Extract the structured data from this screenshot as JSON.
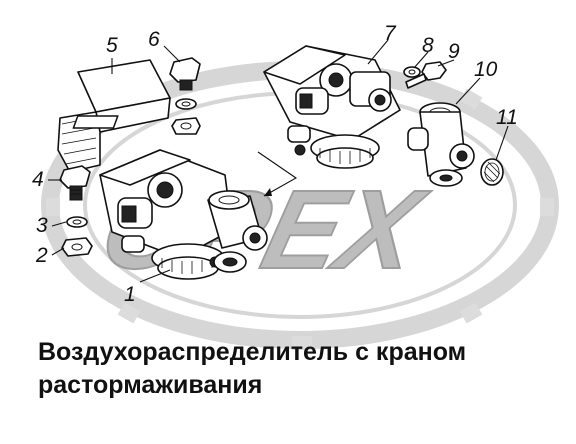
{
  "caption": {
    "line1": "Воздухораспределитель с краном",
    "line2": "растормаживания"
  },
  "callouts": [
    {
      "id": "1",
      "label": "1"
    },
    {
      "id": "2",
      "label": "2"
    },
    {
      "id": "3",
      "label": "3"
    },
    {
      "id": "4",
      "label": "4"
    },
    {
      "id": "5",
      "label": "5"
    },
    {
      "id": "6",
      "label": "6"
    },
    {
      "id": "7",
      "label": "7"
    },
    {
      "id": "8",
      "label": "8"
    },
    {
      "id": "9",
      "label": "9"
    },
    {
      "id": "10",
      "label": "10"
    },
    {
      "id": "11",
      "label": "11"
    }
  ],
  "watermark": {
    "text": "OPEX",
    "color": "#bdbdbd"
  }
}
